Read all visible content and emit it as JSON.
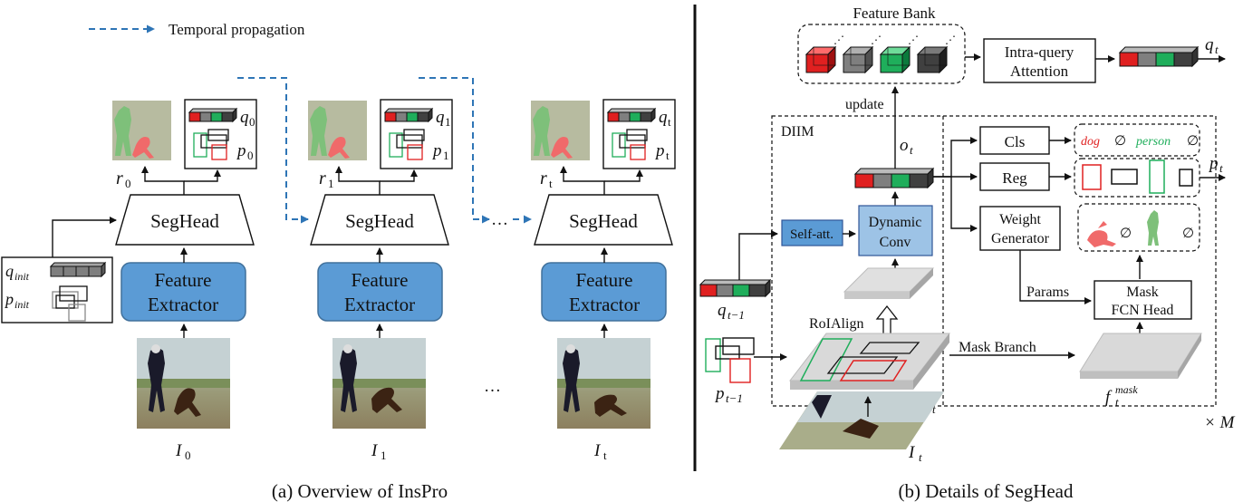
{
  "legend": {
    "temporal": "Temporal propagation"
  },
  "left": {
    "seghead": "SegHead",
    "feature1": "Feature",
    "feature2": "Extractor",
    "q_labels": [
      "q",
      "q",
      "q"
    ],
    "q_subs": [
      "0",
      "1",
      "t"
    ],
    "p_labels": [
      "p",
      "p",
      "p"
    ],
    "p_subs": [
      "0",
      "1",
      "t"
    ],
    "r_labels": [
      "r",
      "r",
      "r"
    ],
    "r_subs": [
      "0",
      "1",
      "t"
    ],
    "I_labels": [
      "I",
      "I",
      "I"
    ],
    "I_subs": [
      "0",
      "1",
      "t"
    ],
    "q_init": "q",
    "q_init_sub": "init",
    "p_init": "p",
    "p_init_sub": "init",
    "ellipsis": "…",
    "caption": "(a) Overview of InsPro"
  },
  "right": {
    "feature_bank": "Feature Bank",
    "intra1": "Intra-query",
    "intra2": "Attention",
    "q_out": "q",
    "q_out_sub": "t",
    "update": "update",
    "diim": "DIIM",
    "o_t": "o",
    "o_t_sub": "t",
    "cls": "Cls",
    "reg": "Reg",
    "weight1": "Weight",
    "weight2": "Generator",
    "self_att": "Self-att.",
    "dyn1": "Dynamic",
    "dyn2": "Conv",
    "dog": "dog",
    "person": "person",
    "empty": "∅",
    "p_out": "p",
    "p_out_sub": "t",
    "params": "Params",
    "mask1": "Mask",
    "mask2": "FCN Head",
    "roialign": "RoIAlign",
    "mask_branch": "Mask Branch",
    "q_prev": "q",
    "q_prev_sub": "t−1",
    "p_prev": "p",
    "p_prev_sub": "t−1",
    "f_t": "f",
    "f_t_sub": "t",
    "f_mask": "f",
    "f_mask_sub": "t",
    "f_mask_sup": "mask",
    "I_t": "I",
    "I_t_sub": "t",
    "times_m": "× M",
    "caption": "(b) Details of SegHead"
  },
  "colors": {
    "red": "#e02020",
    "gray": "#7f7f7f",
    "green": "#1fae5b",
    "dark": "#404040",
    "blue": "#5b9bd5",
    "lightblue": "#9dc3e6",
    "dash_blue": "#2e75b6"
  }
}
